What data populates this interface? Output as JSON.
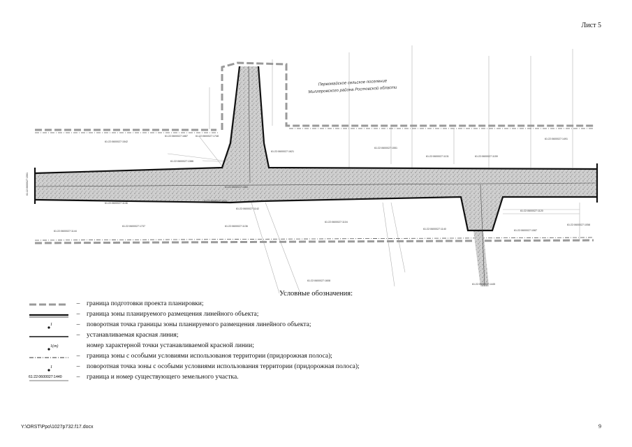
{
  "sheet": {
    "label": "Лист 5"
  },
  "map": {
    "settlement_line1": "Первомайское сельское поселение",
    "settlement_line2": "Миллеровского района Ростовской области",
    "parcels": [
      "61:22:0600027:1542",
      "61:22:0600027:1687",
      "61:22:0600027:1748",
      "61:22:0600027:1386",
      "61:22:0600027:1621",
      "61:22:0600027:1551",
      "61:22:0600027:1131",
      "61:22:0600027:1159",
      "61:22:0600027:1491",
      "61:22:0600027:1060",
      "61:22:0600027:1146",
      "61:22:0600027:1143",
      "61:22:0600027:1142",
      "61:22:0600027:1136",
      "61:22:0600027:1737",
      "61:22:0600027:1144",
      "61:22:0600027:1104",
      "61:22:0600027:1140",
      "61:22:0600027:1087",
      "61:22:0600027:1058",
      "61:22:0600027:1120",
      "61:22:0600027:1608",
      "61:22:0600027:1445",
      "61:22:0600027:1561"
    ]
  },
  "legend": {
    "title": "Условные обозначения:",
    "dash": "–",
    "items": [
      {
        "symbol": "planning-boundary",
        "text": "граница подготовки проекта планировки;"
      },
      {
        "symbol": "zone-boundary",
        "text": "граница зоны планируемого размещения линейного объекта;"
      },
      {
        "symbol": "zone-point",
        "text": "поворотная точка границы зоны планируемого размещения линейного объекта;",
        "mark": "1"
      },
      {
        "symbol": "red-line",
        "text": "устанавливаемая красная линия;"
      },
      {
        "symbol": "red-line-point",
        "text": "номер характерной точки устанавливаемой красной линии;",
        "mark": "1(т)"
      },
      {
        "symbol": "special-zone",
        "text": "граница зоны с особыми условиями использованоя территории (придорожная полоса);"
      },
      {
        "symbol": "special-point",
        "text": "поворотная точка зоны с особыми условиями использования территории (придорожная полоса);",
        "mark": "1"
      },
      {
        "symbol": "parcel",
        "text": "граница и номер существующего земельного участка.",
        "parcel_label": "61:22:0600027:1440"
      }
    ]
  },
  "footer": {
    "path": "Y:\\ORST\\Ppo\\1027p732.f17.docx",
    "page": "9"
  },
  "colors": {
    "ink": "#111111",
    "boundary_gray": "#9a9a9a",
    "road_fill": "#c9c9c9"
  }
}
